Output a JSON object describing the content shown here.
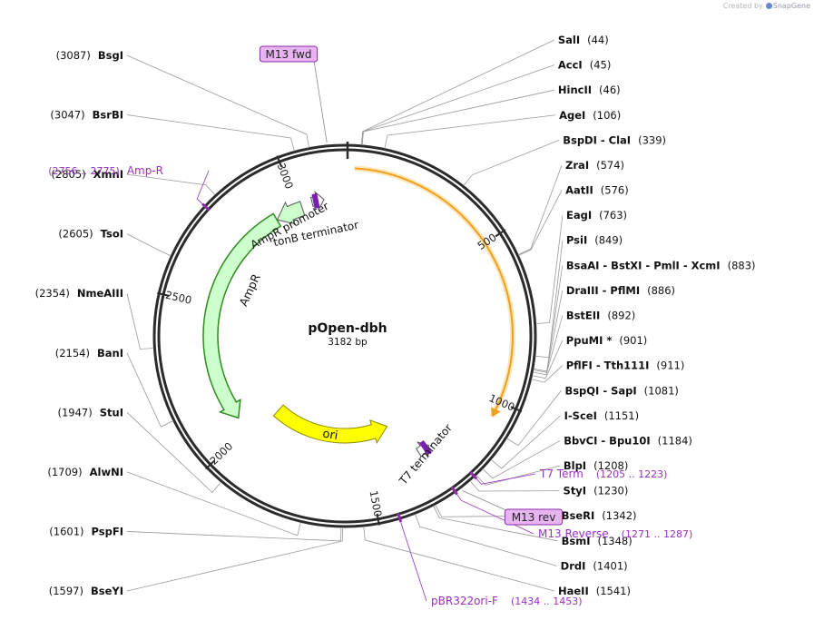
{
  "credit": {
    "prefix": "Created by",
    "brand": "SnapGene"
  },
  "plasmid": {
    "name": "pOpen-dbh",
    "size_label": "3182 bp",
    "length": 3182
  },
  "colors": {
    "backbone": "#2b2b2b",
    "primer_fill": "#e7b4f0",
    "primer_stroke": "#8e2aa8",
    "primer_text": "#9a2fc2",
    "ampr_fill": "#ccffcc",
    "ampr_outline": "#2e8b1e",
    "orf_line": "#f0a020",
    "ori_fill": "#ffff00",
    "terminator_fill": "#7a1fb0"
  },
  "ticks": [
    {
      "pos": 500,
      "label": "500"
    },
    {
      "pos": 1000,
      "label": "1000"
    },
    {
      "pos": 1500,
      "label": "1500"
    },
    {
      "pos": 2000,
      "label": "2000"
    },
    {
      "pos": 2500,
      "label": "2500"
    },
    {
      "pos": 3000,
      "label": "3000"
    }
  ],
  "sites": [
    {
      "pos": 44,
      "names": [
        "SalI"
      ],
      "number": "(44)"
    },
    {
      "pos": 45,
      "names": [
        "AccI"
      ],
      "number": "(45)"
    },
    {
      "pos": 46,
      "names": [
        "HincII"
      ],
      "number": "(46)"
    },
    {
      "pos": 106,
      "names": [
        "AgeI"
      ],
      "number": "(106)"
    },
    {
      "pos": 339,
      "names": [
        "BspDI",
        "ClaI"
      ],
      "number": "(339)"
    },
    {
      "pos": 574,
      "names": [
        "ZraI"
      ],
      "number": "(574)"
    },
    {
      "pos": 576,
      "names": [
        "AatII"
      ],
      "number": "(576)"
    },
    {
      "pos": 763,
      "names": [
        "EagI"
      ],
      "number": "(763)"
    },
    {
      "pos": 849,
      "names": [
        "PsiI"
      ],
      "number": "(849)"
    },
    {
      "pos": 883,
      "names": [
        "BsaAI",
        "BstXI",
        "PmlI",
        "XcmI"
      ],
      "number": "(883)"
    },
    {
      "pos": 886,
      "names": [
        "DraIII",
        "PflMI"
      ],
      "number": "(886)"
    },
    {
      "pos": 892,
      "names": [
        "BstEII"
      ],
      "number": "(892)"
    },
    {
      "pos": 901,
      "names": [
        "PpuMI"
      ],
      "star": "*",
      "number": "(901)"
    },
    {
      "pos": 911,
      "names": [
        "PflFI",
        "Tth111I"
      ],
      "number": "(911)"
    },
    {
      "pos": 1081,
      "names": [
        "BspQI",
        "SapI"
      ],
      "number": "(1081)"
    },
    {
      "pos": 1151,
      "names": [
        "I-SceI"
      ],
      "number": "(1151)"
    },
    {
      "pos": 1184,
      "names": [
        "BbvCI",
        "Bpu10I"
      ],
      "number": "(1184)"
    },
    {
      "pos": 1208,
      "names": [
        "BlpI"
      ],
      "number": "(1208)"
    },
    {
      "pos": 1230,
      "names": [
        "StyI"
      ],
      "number": "(1230)"
    },
    {
      "pos": 1342,
      "names": [
        "BseRI"
      ],
      "number": "(1342)"
    },
    {
      "pos": 1348,
      "names": [
        "BsmI"
      ],
      "number": "(1348)"
    },
    {
      "pos": 1401,
      "names": [
        "DrdI"
      ],
      "number": "(1401)"
    },
    {
      "pos": 1541,
      "names": [
        "HaeII"
      ],
      "number": "(1541)"
    },
    {
      "pos": 1597,
      "names": [
        "BseYI"
      ],
      "number": "(1597)"
    },
    {
      "pos": 1601,
      "names": [
        "PspFI"
      ],
      "number": "(1601)"
    },
    {
      "pos": 1709,
      "names": [
        "AlwNI"
      ],
      "number": "(1709)"
    },
    {
      "pos": 1947,
      "names": [
        "StuI"
      ],
      "number": "(1947)"
    },
    {
      "pos": 2154,
      "names": [
        "BanI"
      ],
      "number": "(2154)"
    },
    {
      "pos": 2354,
      "names": [
        "NmeAIII"
      ],
      "number": "(2354)"
    },
    {
      "pos": 2605,
      "names": [
        "TsoI"
      ],
      "number": "(2605)"
    },
    {
      "pos": 2805,
      "names": [
        "XmnI"
      ],
      "number": "(2805)"
    },
    {
      "pos": 3047,
      "names": [
        "BsrBI"
      ],
      "number": "(3047)"
    },
    {
      "pos": 3087,
      "names": [
        "BsgI"
      ],
      "number": "(3087)"
    }
  ],
  "primer_sites": [
    {
      "name": "T7 Term",
      "range": "(1205 .. 1223)",
      "pos": 1214
    },
    {
      "name": "M13 Reverse",
      "range": "(1271 .. 1287)",
      "pos": 1279
    },
    {
      "name": "pBR322ori-F",
      "range": "(1434 .. 1453)",
      "pos": 1443
    },
    {
      "name": "Amp-R",
      "range": "(2756 .. 2775)",
      "pos": 2765
    }
  ],
  "boxed_labels": [
    {
      "name": "M13 fwd",
      "pos": 3135
    },
    {
      "name": "M13 rev",
      "pos": 1262
    }
  ],
  "features": [
    {
      "name": "AmpR",
      "start": 2054,
      "end": 2914,
      "direction": "ccw",
      "kind": "cds"
    },
    {
      "name": "AmpR promoter",
      "start": 2915,
      "end": 3019,
      "direction": "ccw",
      "kind": "promoter"
    },
    {
      "name": "tonB terminator",
      "start": 3060,
      "end": 3105,
      "direction": "cw",
      "kind": "terminator"
    },
    {
      "name": "T7 terminator",
      "start": 1260,
      "end": 1305,
      "direction": "ccw",
      "kind": "terminator"
    },
    {
      "name": "ori",
      "start": 1370,
      "end": 1960,
      "direction": "ccw",
      "kind": "ori"
    },
    {
      "name": "",
      "start": 30,
      "end": 1050,
      "direction": "cw",
      "kind": "orf"
    }
  ]
}
